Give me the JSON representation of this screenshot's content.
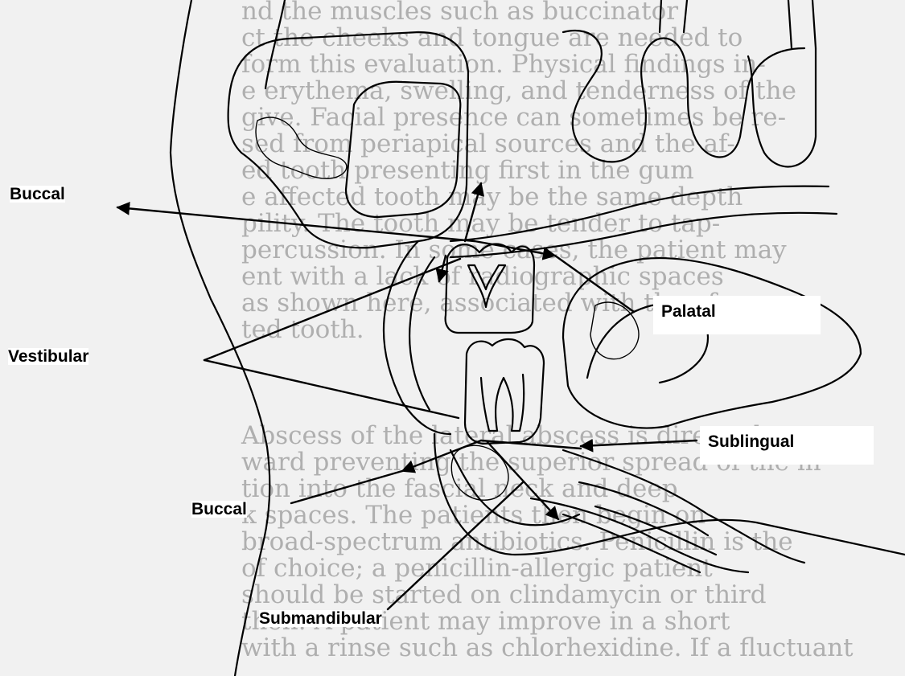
{
  "diagram": {
    "labels": {
      "buccal_upper": "Buccal",
      "palatal": "Palatal",
      "vestibular": "Vestibular",
      "sublingual": "Sublingual",
      "buccal_lower": "Buccal",
      "submandibular": "Submandibular"
    },
    "background_text_lines": [
      "nd the muscles such as buccinator",
      "ct the cheeks and tongue are needed to",
      "form this evaluation. Physical findings in-",
      "e erythema, swelling, and tenderness of the",
      "give. Facial presence can sometimes be re-",
      "sed from periapical sources and the af-",
      "ed tooth presenting first in the gum",
      "e affected tooth may be the same depth",
      "pility. The tooth may be tender to tap-",
      "percussion. In some cases, the patient may",
      "ent with a lack of radiographic spaces",
      "as shown here, associated with the af-",
      "ted tooth.",
      "",
      "",
      "",
      "Abscess of the lateral abscess is directed",
      "ward preventing the superior spread of the in-",
      "tion into the fascial neck and deep",
      "k spaces. The patients then begin on",
      "broad-spectrum antibiotics. Penicillin is the",
      "of choice; a penicillin-allergic patient",
      "should be started on clindamycin or third",
      "then. A patient may improve in a short",
      "with a rinse such as chlorhexidine. If a fluctuant"
    ],
    "colors": {
      "ink": "#000000",
      "bg_text": "#7a7a7a",
      "paper": "#f1f1f1"
    }
  }
}
